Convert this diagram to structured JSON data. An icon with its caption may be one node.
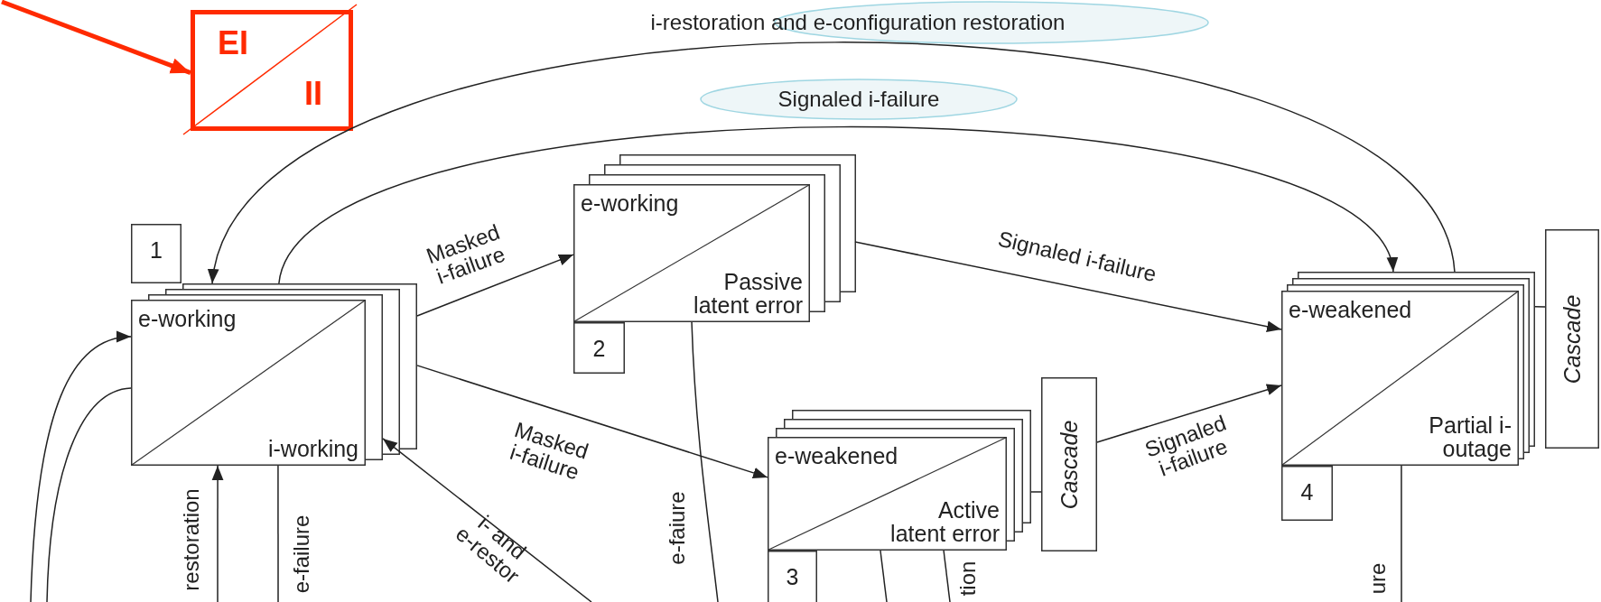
{
  "diagram": {
    "nodes": [
      {
        "text": [
          "EI",
          "II"
        ]
      },
      {
        "text": [
          "1"
        ]
      },
      {
        "text": [
          "e-working",
          "i-working"
        ]
      },
      {
        "text": [
          "e-working",
          "Passive latent error"
        ]
      },
      {
        "text": [
          "2"
        ]
      },
      {
        "text": [
          "e-weakened",
          "Active latent error"
        ]
      },
      {
        "text": [
          "Cascade"
        ]
      },
      {
        "text": [
          "3"
        ]
      },
      {
        "text": [
          "e-weakened",
          "Partial i-outage"
        ]
      },
      {
        "text": [
          "Cascade"
        ]
      },
      {
        "text": [
          "4"
        ]
      }
    ],
    "edges": [
      {
        "from": null,
        "to": 0,
        "arrow": "to",
        "style": "thick",
        "color": "#ff2a00"
      },
      {
        "from": 8,
        "to": 2,
        "arrow": "to",
        "label": "i-restoration and e-configuration restoration"
      },
      {
        "from": 2,
        "to": 8,
        "arrow": "to",
        "label": "Signaled i-failure"
      },
      {
        "from": 2,
        "to": 3,
        "arrow": "to",
        "label": "Masked i-failure"
      },
      {
        "from": 3,
        "to": 8,
        "arrow": "to",
        "label": "Signaled i-failure"
      },
      {
        "from": 2,
        "to": 5,
        "arrow": "to",
        "label": "Masked i-failure"
      },
      {
        "from": 5,
        "to": 6,
        "arrow": "none"
      },
      {
        "from": 6,
        "to": 8,
        "arrow": "to",
        "label": "Signaled i-failure"
      },
      {
        "from": 8,
        "to": 9,
        "arrow": "none"
      },
      {
        "from": null,
        "to": 2,
        "arrow": "to"
      },
      {
        "from": 2,
        "to": null,
        "arrow": "none"
      },
      {
        "from": null,
        "to": 2,
        "arrow": "to",
        "label": "restoration"
      },
      {
        "from": 2,
        "to": null,
        "arrow": "none",
        "label": "e-failure"
      },
      {
        "from": null,
        "to": 2,
        "arrow": "to",
        "label": "i- and e-restor"
      },
      {
        "from": 3,
        "to": null,
        "arrow": "none",
        "label": "e-faiure"
      },
      {
        "from": 5,
        "to": null,
        "arrow": "none"
      },
      {
        "from": 5,
        "to": null,
        "arrow": "none",
        "label": "tion"
      },
      {
        "from": 8,
        "to": null,
        "arrow": "none",
        "label": "ure"
      }
    ]
  }
}
